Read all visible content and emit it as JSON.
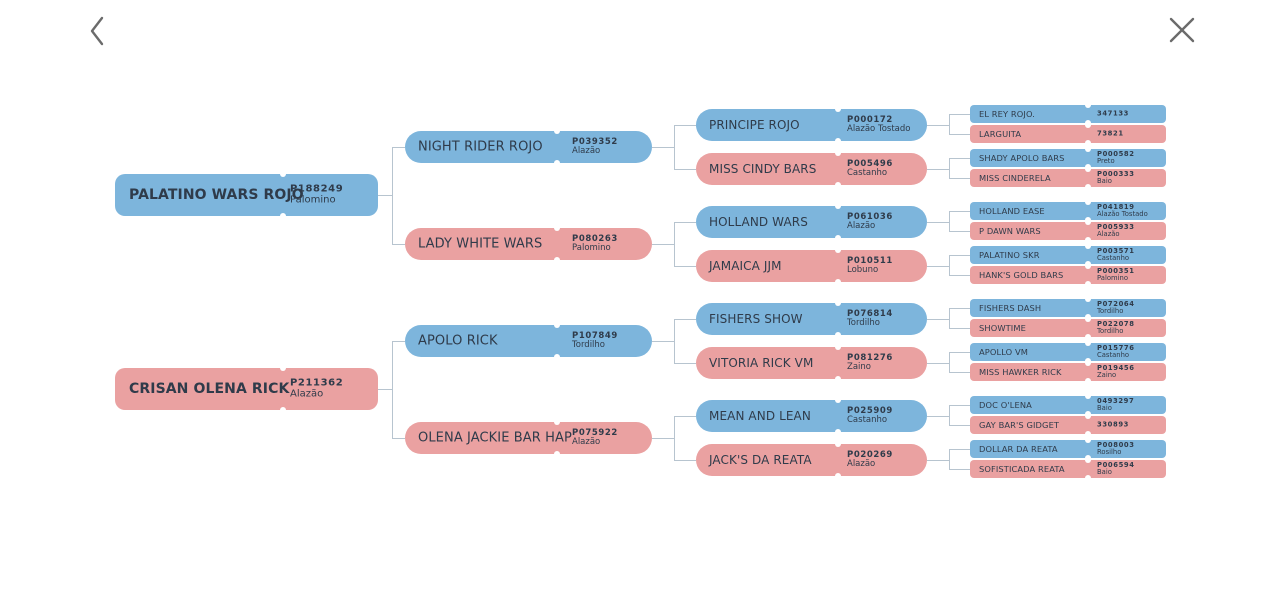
{
  "nav": {
    "back_icon": "chevron-left-icon",
    "close_icon": "close-icon"
  },
  "colors": {
    "male": "#7db5dc",
    "female": "#eaa1a1",
    "line": "#b7c4cf",
    "text": "#2f3b4a"
  },
  "pedigree": {
    "level0": [
      {
        "name": "PALATINO WARS ROJO",
        "reg": "P188249",
        "color_label": "Palomino",
        "sex": "m"
      },
      {
        "name": "CRISAN OLENA RICK",
        "reg": "P211362",
        "color_label": "Alazão",
        "sex": "f"
      }
    ],
    "level1": [
      {
        "name": "NIGHT RIDER ROJO",
        "reg": "P039352",
        "color_label": "Alazão",
        "sex": "m"
      },
      {
        "name": "LADY WHITE WARS",
        "reg": "P080263",
        "color_label": "Palomino",
        "sex": "f"
      },
      {
        "name": "APOLO RICK",
        "reg": "P107849",
        "color_label": "Tordilho",
        "sex": "m"
      },
      {
        "name": "OLENA JACKIE BAR HAP",
        "reg": "P075922",
        "color_label": "Alazão",
        "sex": "f"
      }
    ],
    "level2": [
      {
        "name": "PRINCIPE ROJO",
        "reg": "P000172",
        "color_label": "Alazão Tostado",
        "sex": "m"
      },
      {
        "name": "MISS CINDY BARS",
        "reg": "P005496",
        "color_label": "Castanho",
        "sex": "f"
      },
      {
        "name": "HOLLAND WARS",
        "reg": "P061036",
        "color_label": "Alazão",
        "sex": "m"
      },
      {
        "name": "JAMAICA JJM",
        "reg": "P010511",
        "color_label": "Lobuno",
        "sex": "f"
      },
      {
        "name": "FISHERS SHOW",
        "reg": "P076814",
        "color_label": "Tordilho",
        "sex": "m"
      },
      {
        "name": "VITORIA RICK VM",
        "reg": "P081276",
        "color_label": "Zaino",
        "sex": "f"
      },
      {
        "name": "MEAN AND LEAN",
        "reg": "P025909",
        "color_label": "Castanho",
        "sex": "m"
      },
      {
        "name": "JACK'S DA REATA",
        "reg": "P020269",
        "color_label": "Alazão",
        "sex": "f"
      }
    ],
    "level3": [
      {
        "name": "EL REY ROJO.",
        "reg": "347133",
        "color_label": "",
        "sex": "m"
      },
      {
        "name": "LARGUITA",
        "reg": "73821",
        "color_label": "",
        "sex": "f"
      },
      {
        "name": "SHADY APOLO BARS",
        "reg": "P000582",
        "color_label": "Preto",
        "sex": "m"
      },
      {
        "name": "MISS CINDERELA",
        "reg": "P000333",
        "color_label": "Baio",
        "sex": "f"
      },
      {
        "name": "HOLLAND EASE",
        "reg": "P041819",
        "color_label": "Alazão Tostado",
        "sex": "m"
      },
      {
        "name": "P DAWN WARS",
        "reg": "P005933",
        "color_label": "Alazão",
        "sex": "f"
      },
      {
        "name": "PALATINO SKR",
        "reg": "P003571",
        "color_label": "Castanho",
        "sex": "m"
      },
      {
        "name": "HANK'S GOLD BARS",
        "reg": "P000351",
        "color_label": "Palomino",
        "sex": "f"
      },
      {
        "name": "FISHERS DASH",
        "reg": "P072064",
        "color_label": "Tordilho",
        "sex": "m"
      },
      {
        "name": "SHOWTIME",
        "reg": "P022078",
        "color_label": "Tordilho",
        "sex": "f"
      },
      {
        "name": "APOLLO VM",
        "reg": "P015776",
        "color_label": "Castanho",
        "sex": "m"
      },
      {
        "name": "MISS HAWKER RICK",
        "reg": "P019456",
        "color_label": "Zaino",
        "sex": "f"
      },
      {
        "name": "DOC O'LENA",
        "reg": "0493297",
        "color_label": "Baio",
        "sex": "m"
      },
      {
        "name": "GAY BAR'S GIDGET",
        "reg": "330893",
        "color_label": "",
        "sex": "f"
      },
      {
        "name": "DOLLAR DA REATA",
        "reg": "P008003",
        "color_label": "Rosilho",
        "sex": "m"
      },
      {
        "name": "SOFISTICADA REATA",
        "reg": "P006594",
        "color_label": "Baio",
        "sex": "f"
      }
    ]
  }
}
